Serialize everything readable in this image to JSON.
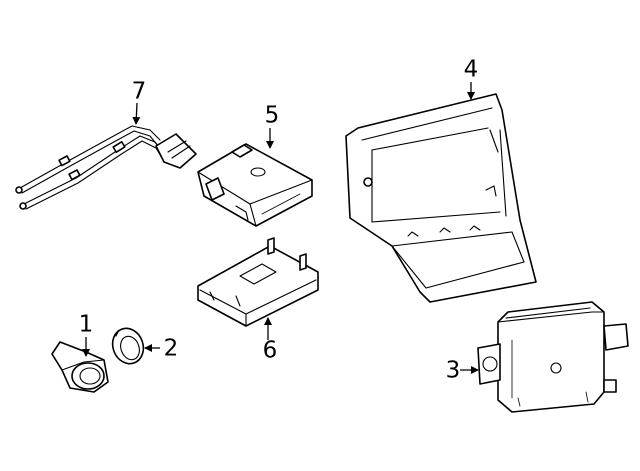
{
  "diagram": {
    "callouts": [
      {
        "id": "1",
        "label": "1"
      },
      {
        "id": "2",
        "label": "2"
      },
      {
        "id": "3",
        "label": "3"
      },
      {
        "id": "4",
        "label": "4"
      },
      {
        "id": "5",
        "label": "5"
      },
      {
        "id": "6",
        "label": "6"
      },
      {
        "id": "7",
        "label": "7"
      }
    ],
    "colors": {
      "line": "#000000",
      "background": "#ffffff"
    }
  }
}
